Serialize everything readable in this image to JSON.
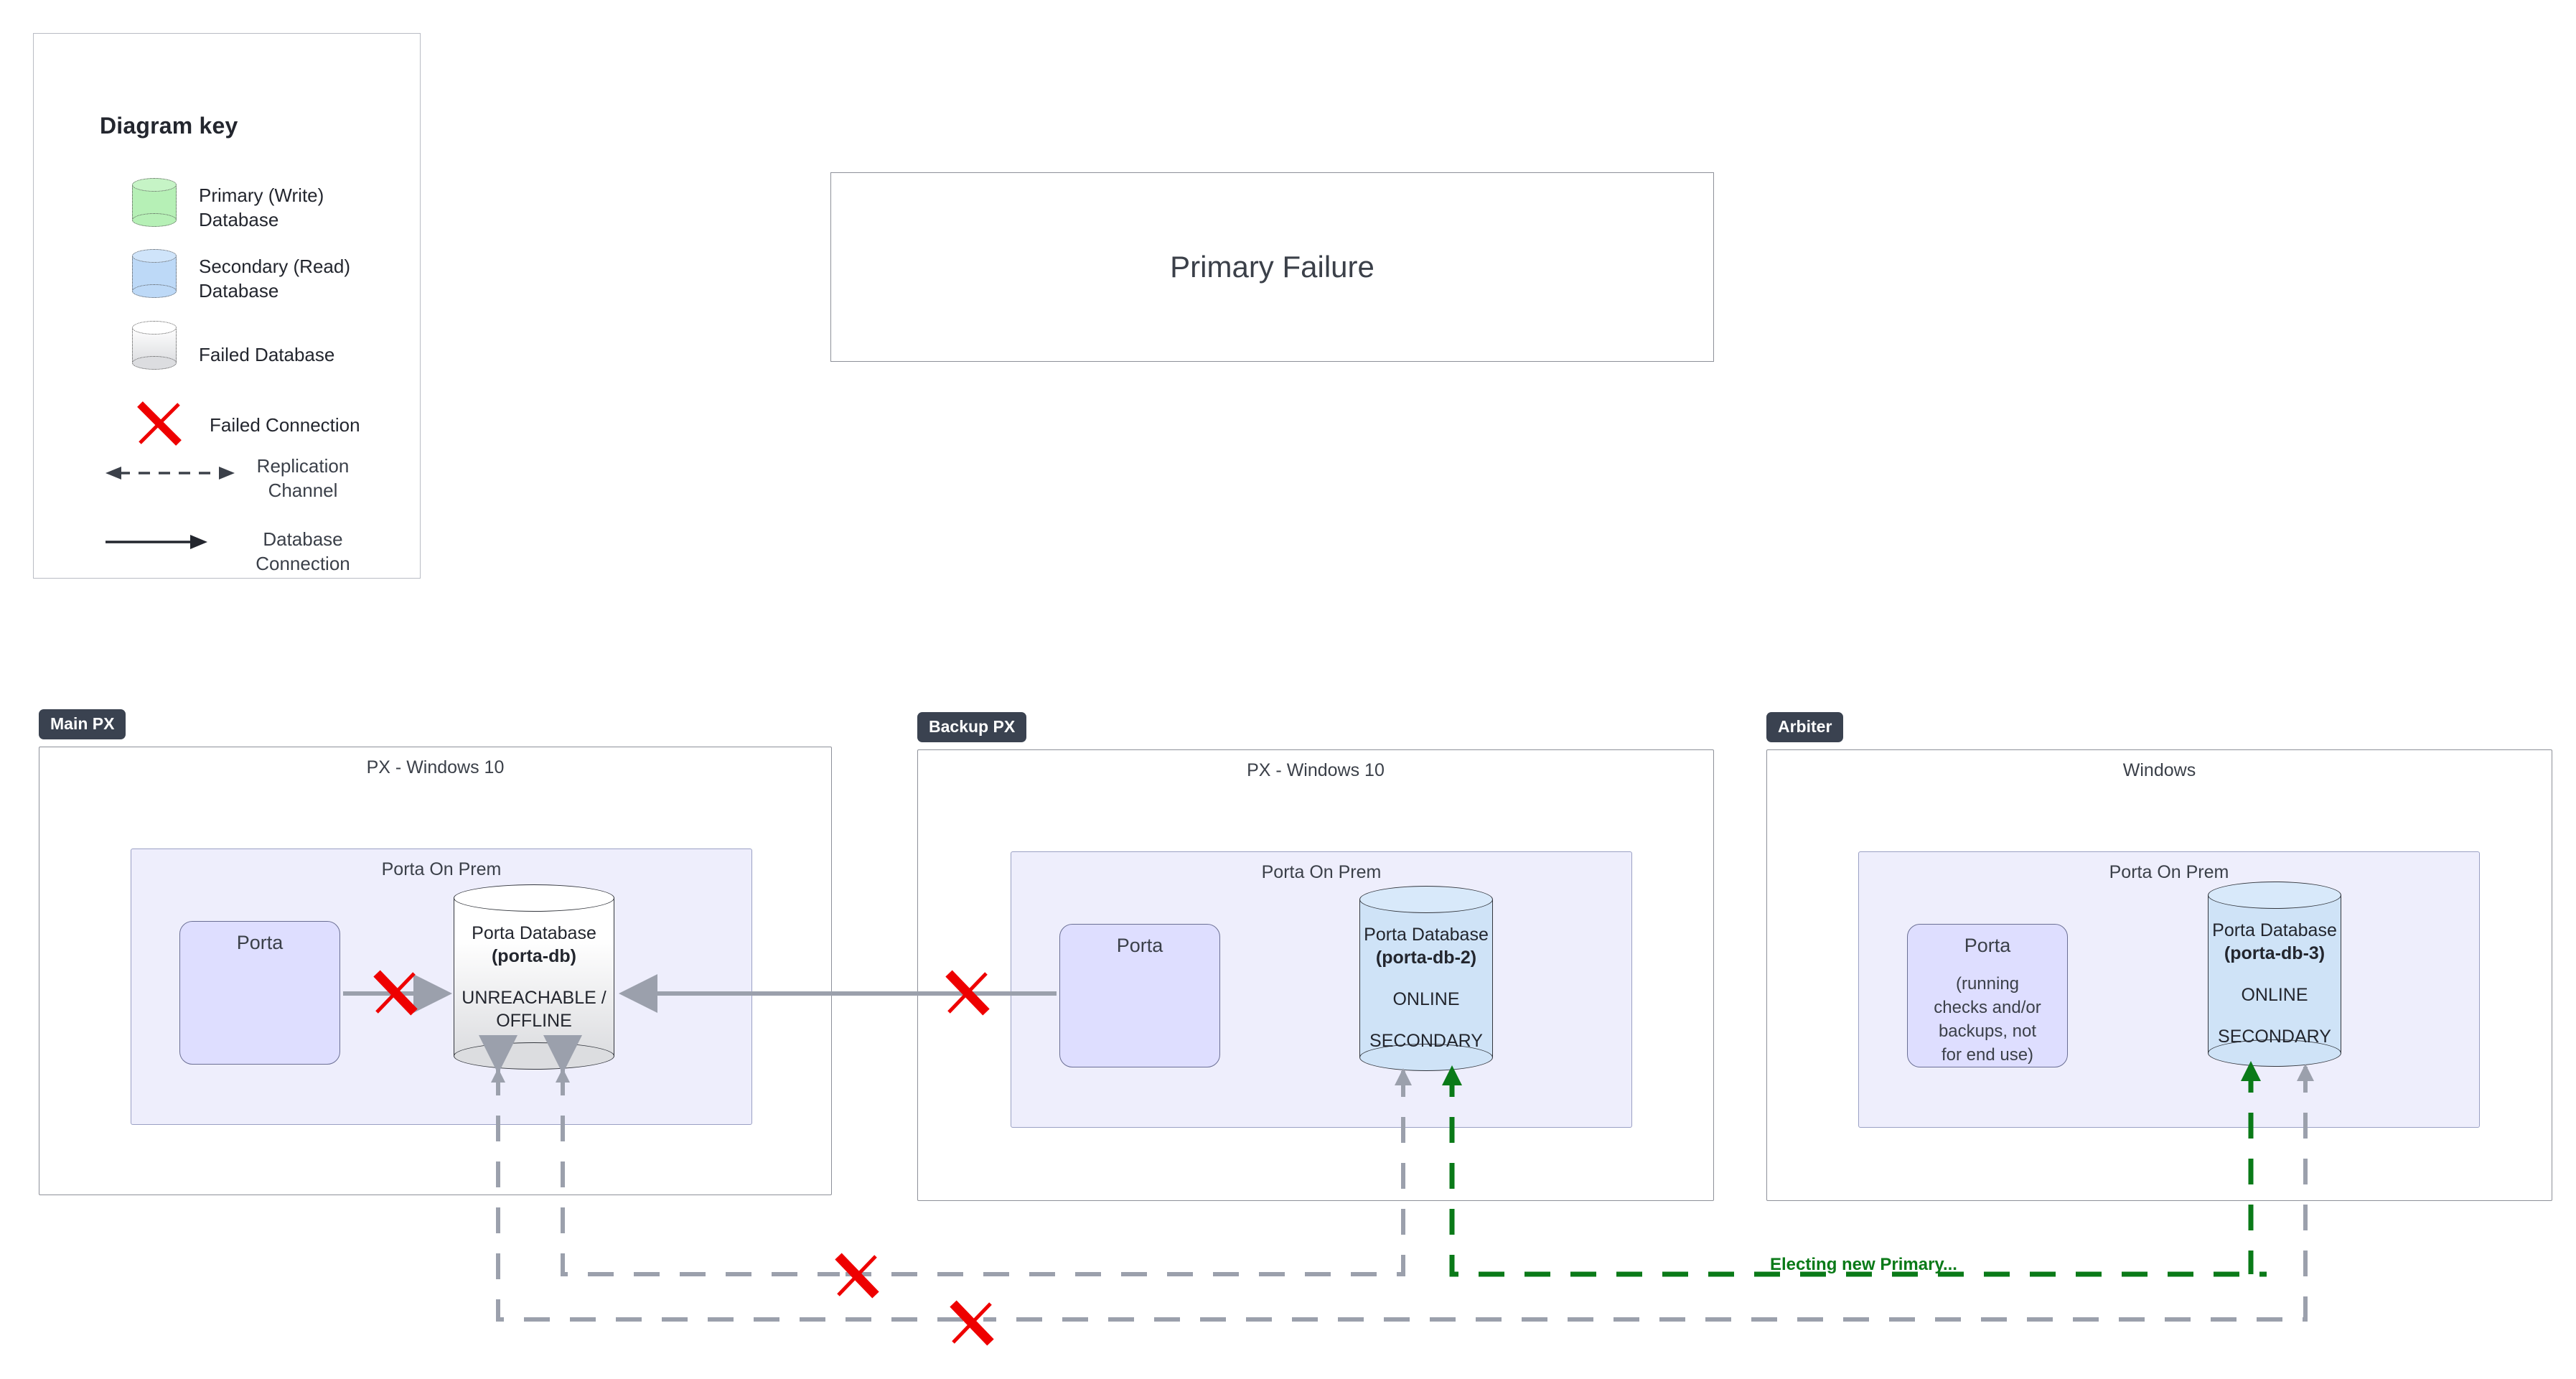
{
  "legend": {
    "title": "Diagram key",
    "items": [
      {
        "icon": "cylinder-green-icon",
        "label": "Primary (Write)\nDatabase",
        "color": "#b6f0b6"
      },
      {
        "icon": "cylinder-blue-icon",
        "label": "Secondary (Read)\nDatabase",
        "color": "#bdd9f7"
      },
      {
        "icon": "cylinder-gray-icon",
        "label": "Failed Database",
        "color": "#e9eaec"
      },
      {
        "icon": "red-x-icon",
        "label": "Failed Connection",
        "color": "#ee0000"
      },
      {
        "icon": "dashed-double-arrow-icon",
        "label": "Replication\nChannel",
        "color": "#3b4049"
      },
      {
        "icon": "solid-arrow-icon",
        "label": "Database\nConnection",
        "color": "#23262e"
      }
    ],
    "item_labels": {
      "primary_l1": "Primary (Write)",
      "primary_l2": "Database",
      "secondary_l1": "Secondary (Read)",
      "secondary_l2": "Database",
      "failed_db": "Failed Database",
      "failed_conn": "Failed Connection",
      "replication_l1": "Replication",
      "replication_l2": "Channel",
      "dbconn_l1": "Database",
      "dbconn_l2": "Connection"
    }
  },
  "title_card": {
    "text": "Primary Failure"
  },
  "hosts": [
    {
      "badge": "Main PX",
      "os": "PX - Windows 10",
      "container": "Porta On Prem",
      "app": {
        "name": "Porta",
        "note": ""
      },
      "db": {
        "line1": "Porta Database",
        "name": "(porta-db)",
        "status_l1": "UNREACHABLE /",
        "status_l2": "OFFLINE",
        "state": "failed",
        "fill": "#e9eaec"
      }
    },
    {
      "badge": "Backup PX",
      "os": "PX - Windows 10",
      "container": "Porta On Prem",
      "app": {
        "name": "Porta",
        "note": ""
      },
      "db": {
        "line1": "Porta Database",
        "name": "(porta-db-2)",
        "status_l1": "ONLINE",
        "status_l2": "SECONDARY",
        "state": "secondary",
        "fill": "#cfe3f7"
      }
    },
    {
      "badge": "Arbiter",
      "os": "Windows",
      "container": "Porta On Prem",
      "app": {
        "name": "Porta",
        "note": "(running\nchecks and/or\nbackups, not\nfor end use)"
      },
      "db": {
        "line1": "Porta Database",
        "name": "(porta-db-3)",
        "status_l1": "ONLINE",
        "status_l2": "SECONDARY",
        "state": "secondary",
        "fill": "#cfe3f7"
      }
    }
  ],
  "annotations": {
    "electing": "Electing new Primary..."
  },
  "colors": {
    "accent_green": "#0a7a18",
    "failure_red": "#ee0000",
    "wire_gray": "#9ba0ac",
    "panel_border": "#8d9099",
    "onprem_fill": "#eeeefc",
    "porta_fill": "#dedeff",
    "badge_bg": "#3a4250"
  }
}
